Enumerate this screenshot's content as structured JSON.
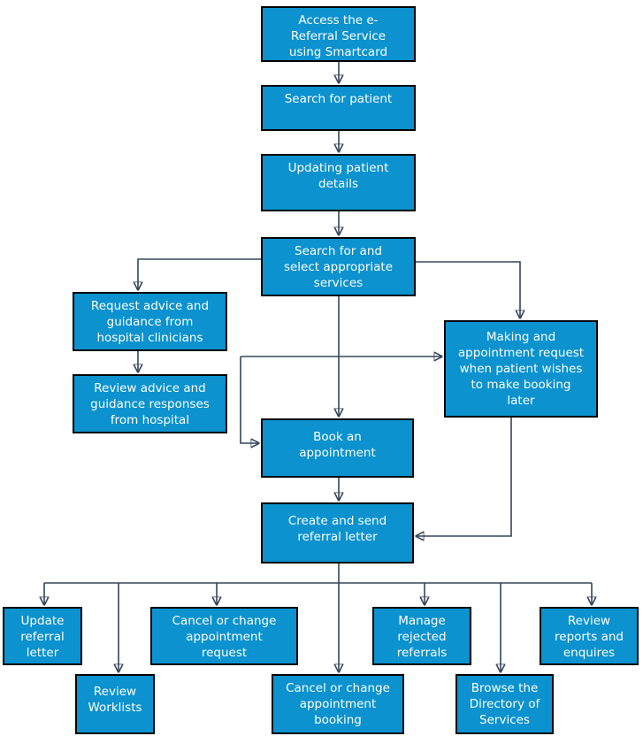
{
  "diagram": {
    "type": "flowchart",
    "colors": {
      "node_fill": "#0b92cf",
      "node_border": "#030303",
      "node_text": "#ffffff",
      "connector": "#34465a",
      "arrowhead": "#0d1520",
      "background": "#ffffff"
    },
    "nodes": [
      {
        "id": "access",
        "label": "Access the e-\nReferral Service\nusing Smartcard"
      },
      {
        "id": "search-patient",
        "label": "Search for patient"
      },
      {
        "id": "updating-details",
        "label": "Updating patient\ndetails"
      },
      {
        "id": "search-services",
        "label": "Search for and\nselect appropriate\nservices"
      },
      {
        "id": "request-advice",
        "label": "Request advice and\nguidance from\nhospital clinicians"
      },
      {
        "id": "review-advice",
        "label": "Review advice and\nguidance responses\nfrom hospital"
      },
      {
        "id": "making-request",
        "label": "Making and\nappointment request\nwhen patient wishes\nto make booking\nlater"
      },
      {
        "id": "book-appointment",
        "label": "Book an\nappointment"
      },
      {
        "id": "create-send",
        "label": "Create and send\nreferral letter"
      },
      {
        "id": "update-letter",
        "label": "Update\nreferral\nletter"
      },
      {
        "id": "review-worklists",
        "label": "Review\nWorklists"
      },
      {
        "id": "cancel-request",
        "label": "Cancel or change\nappointment\nrequest"
      },
      {
        "id": "cancel-booking",
        "label": "Cancel or change\nappointment\nbooking"
      },
      {
        "id": "manage-rejected",
        "label": "Manage\nrejected\nreferrals"
      },
      {
        "id": "browse-directory",
        "label": "Browse the\nDirectory of\nServices"
      },
      {
        "id": "review-reports",
        "label": "Review\nreports and\nenquires"
      }
    ]
  }
}
